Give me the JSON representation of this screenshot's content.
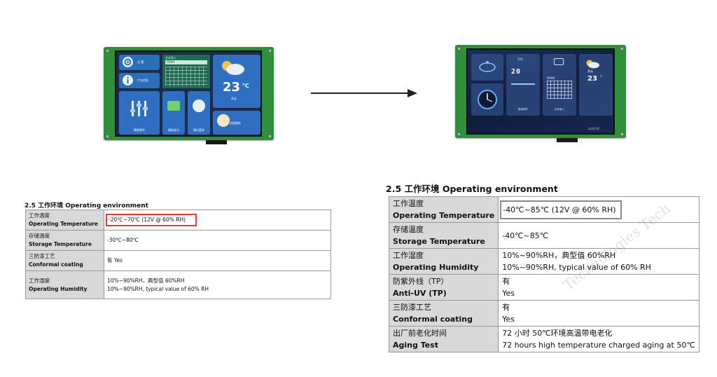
{
  "old_display": {
    "tiles": [
      {
        "label": "设 置"
      },
      {
        "label": "产品信息"
      },
      {
        "label": "数值调节"
      },
      {
        "label": "图标显示"
      },
      {
        "label": "弹出菜单"
      },
      {
        "label": "动画图标"
      }
    ],
    "keyboard": {
      "hint": "文本录入",
      "value": "DWIN"
    },
    "weather": {
      "temperature": "23",
      "unit": "℃",
      "condition": "多云"
    }
  },
  "new_display": {
    "digits": "20",
    "tile_top_number": "123",
    "keyboard_value": "DWIN",
    "weather": {
      "temperature": "23",
      "unit": "°",
      "condition": "多云"
    },
    "labels": [
      "数值调节",
      "文本录入"
    ],
    "footer": "动态信息"
  },
  "old_spec": {
    "title": "2.5 工作环境 Operating environment",
    "rows": [
      {
        "zh": "工作温度",
        "en": "Operating Temperature",
        "value": "-20℃~70℃  (12V @ 60% RH)"
      },
      {
        "zh": "存储温度",
        "en": "Storage Temperature",
        "value": "-30℃~80℃"
      },
      {
        "zh": "三防漆工艺",
        "en": "Conformal coating",
        "value": "有  Yes"
      },
      {
        "zh": "工作湿度",
        "en": "Operating Humidity",
        "value_zh": "10%~90%RH，典型值 60%RH",
        "value_en": "10%~90%RH, typical value of 60% RH"
      }
    ]
  },
  "new_spec": {
    "title": "2.5 工作环境 Operating environment",
    "rows": [
      {
        "zh": "工作温度",
        "en": "Operating Temperature",
        "value": "-40℃~85℃  (12V @ 60% RH)"
      },
      {
        "zh": "存储温度",
        "en": "Storage Temperature",
        "value": "-40℃~85℃"
      },
      {
        "zh": "工作湿度",
        "en": "Operating Humidity",
        "value_zh": "10%~90%RH，典型值 60%RH",
        "value_en": "10%~90%RH, typical value of 60% RH"
      },
      {
        "zh": "防紫外线（TP）",
        "en": "Anti-UV (TP)",
        "value_zh": "有",
        "value_en": "Yes"
      },
      {
        "zh": "三防漆工艺",
        "en": "Conformal coating",
        "value_zh": "有",
        "value_en": "Yes"
      },
      {
        "zh": "出厂前老化时间",
        "en": "Aging Test",
        "value_zh": "72 小时 50℃环境高温带电老化",
        "value_en": "72 hours high temperature charged aging at 50℃"
      }
    ]
  },
  "watermark": "Technologies Tech",
  "colors": {
    "pcb": "#2f8f3a",
    "highlight_old": "#e53935",
    "highlight_new": "#8a8a8a",
    "key_cell": "#d9d9d9"
  },
  "icons": [
    "gear-icon",
    "info-icon",
    "sliders-icon",
    "weather-cloud-icon",
    "arrow-right-icon"
  ]
}
